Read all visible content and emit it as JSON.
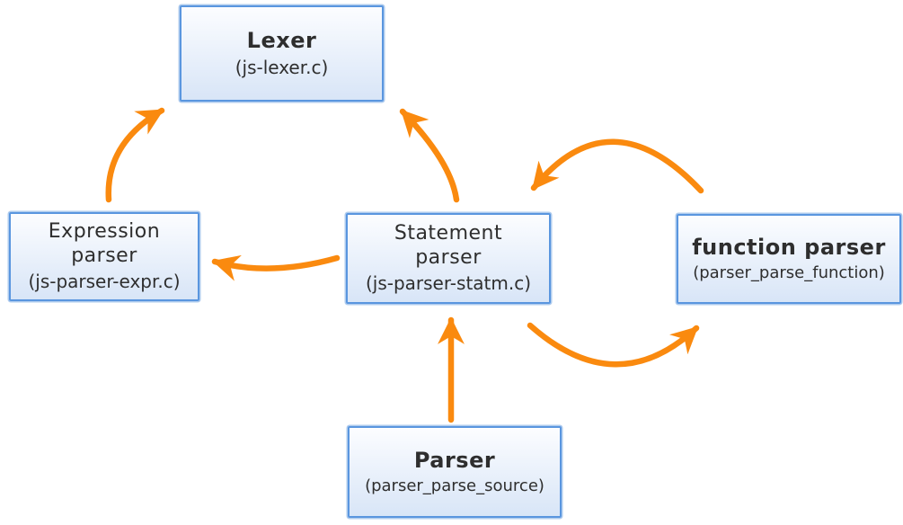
{
  "nodes": [
    {
      "id": "lexer",
      "title": "Lexer",
      "subtitle": "(js-lexer.c)"
    },
    {
      "id": "expression-parser",
      "title": "Expression\nparser",
      "subtitle": "(js-parser-expr.c)"
    },
    {
      "id": "statement-parser",
      "title": "Statement\nparser",
      "subtitle": "(js-parser-statm.c)"
    },
    {
      "id": "function-parser",
      "title": "function parser",
      "subtitle": "(parser_parse_function)"
    },
    {
      "id": "parser",
      "title": "Parser",
      "subtitle": "(parser_parse_source)"
    }
  ],
  "edges": [
    {
      "from": "expression-parser",
      "to": "lexer"
    },
    {
      "from": "statement-parser",
      "to": "lexer"
    },
    {
      "from": "statement-parser",
      "to": "expression-parser"
    },
    {
      "from": "function-parser",
      "to": "statement-parser"
    },
    {
      "from": "statement-parser",
      "to": "function-parser"
    },
    {
      "from": "parser",
      "to": "statement-parser"
    }
  ],
  "colors": {
    "arrow": "#FA8A0F",
    "node_border": "#5A96DF",
    "node_border_halo": "#AECBEE",
    "node_fill_top": "#FCFDFF",
    "node_fill_bottom": "#D8E5F7",
    "text": "#2E2E2E",
    "background": "#FFFFFF"
  }
}
